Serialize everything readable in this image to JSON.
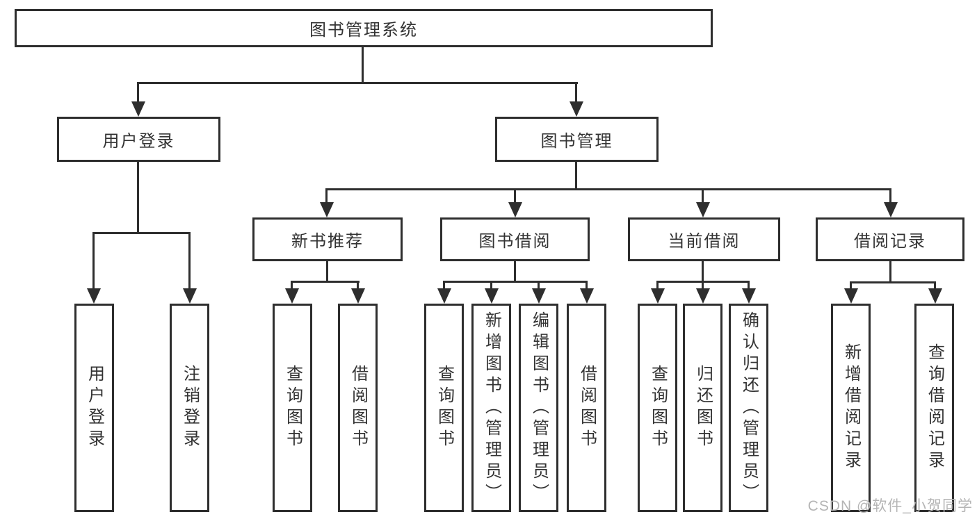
{
  "colors": {
    "ink": "#2e2e2e",
    "text": "#333333",
    "watermark": "#b5b5b5"
  },
  "watermark": "CSDN @软件_小贺同学",
  "tree": {
    "root": {
      "label": "图书管理系统",
      "children": [
        {
          "label": "用户登录",
          "children": [
            {
              "label": "用户登录"
            },
            {
              "label": "注销登录"
            }
          ]
        },
        {
          "label": "图书管理",
          "children": [
            {
              "label": "新书推荐",
              "children": [
                {
                  "label": "查询图书"
                },
                {
                  "label": "借阅图书"
                }
              ]
            },
            {
              "label": "图书借阅",
              "children": [
                {
                  "label": "查询图书"
                },
                {
                  "label": "新增图书（管理员）"
                },
                {
                  "label": "编辑图书（管理员）"
                },
                {
                  "label": "借阅图书"
                }
              ]
            },
            {
              "label": "当前借阅",
              "children": [
                {
                  "label": "查询图书"
                },
                {
                  "label": "归还图书"
                },
                {
                  "label": "确认归还（管理员）"
                }
              ]
            },
            {
              "label": "借阅记录",
              "children": [
                {
                  "label": "新增借阅记录"
                },
                {
                  "label": "查询借阅记录"
                }
              ]
            }
          ]
        }
      ]
    }
  }
}
